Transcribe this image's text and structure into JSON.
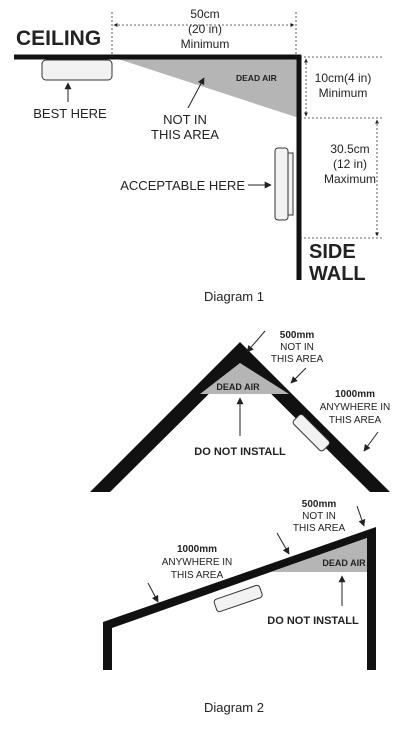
{
  "diagram1": {
    "ceiling": "CEILING",
    "side_wall_line1": "SIDE",
    "side_wall_line2": "WALL",
    "dead_air": "DEAD AIR",
    "dim_top_line1": "50cm",
    "dim_top_line2": "(20 in)",
    "dim_top_line3": "Minimum",
    "dim_right1_line1": "10cm(4 in)",
    "dim_right1_line2": "Minimum",
    "dim_right2_line1": "30.5cm",
    "dim_right2_line2": "(12 in)",
    "dim_right2_line3": "Maximum",
    "best_here": "BEST HERE",
    "not_in_line1": "NOT IN",
    "not_in_line2": "THIS AREA",
    "acceptable_here": "ACCEPTABLE HERE",
    "caption": "Diagram 1"
  },
  "diagram2": {
    "peak": {
      "dim_line1": "500mm",
      "dim_line2": "NOT IN",
      "dim_line3": "THIS AREA",
      "dead_air": "DEAD AIR",
      "anywhere_line1": "1000mm",
      "anywhere_line2": "ANYWHERE IN",
      "anywhere_line3": "THIS AREA",
      "do_not_install": "DO NOT INSTALL"
    },
    "slope": {
      "dim_line1": "500mm",
      "dim_line2": "NOT IN",
      "dim_line3": "THIS AREA",
      "dead_air": "DEAD AIR",
      "anywhere_line1": "1000mm",
      "anywhere_line2": "ANYWHERE IN",
      "anywhere_line3": "THIS AREA",
      "do_not_install": "DO NOT INSTALL"
    },
    "caption": "Diagram 2"
  },
  "colors": {
    "structure": "#111111",
    "dead_air_fill": "#b5b5b5",
    "detector_fill": "#f2f2f2",
    "text": "#222222"
  }
}
